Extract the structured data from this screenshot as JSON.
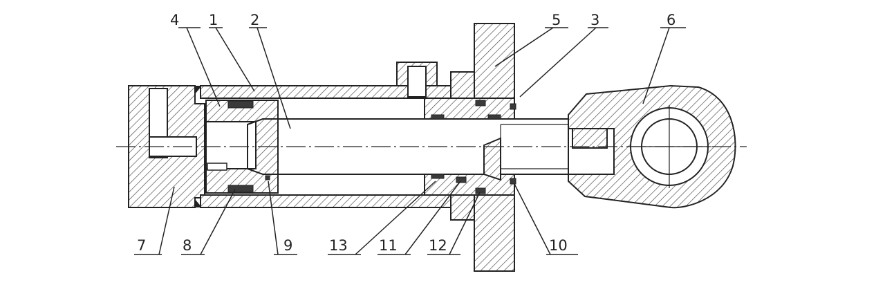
{
  "diagram": {
    "callouts": [
      {
        "id": "c1",
        "label": "1"
      },
      {
        "id": "c2",
        "label": "2"
      },
      {
        "id": "c3",
        "label": "3"
      },
      {
        "id": "c4",
        "label": "4"
      },
      {
        "id": "c5",
        "label": "5"
      },
      {
        "id": "c6",
        "label": "6"
      },
      {
        "id": "c7",
        "label": "7"
      },
      {
        "id": "c8",
        "label": "8"
      },
      {
        "id": "c9",
        "label": "9"
      },
      {
        "id": "c10",
        "label": "10"
      },
      {
        "id": "c11",
        "label": "11"
      },
      {
        "id": "c12",
        "label": "12"
      },
      {
        "id": "c13",
        "label": "13"
      }
    ]
  }
}
